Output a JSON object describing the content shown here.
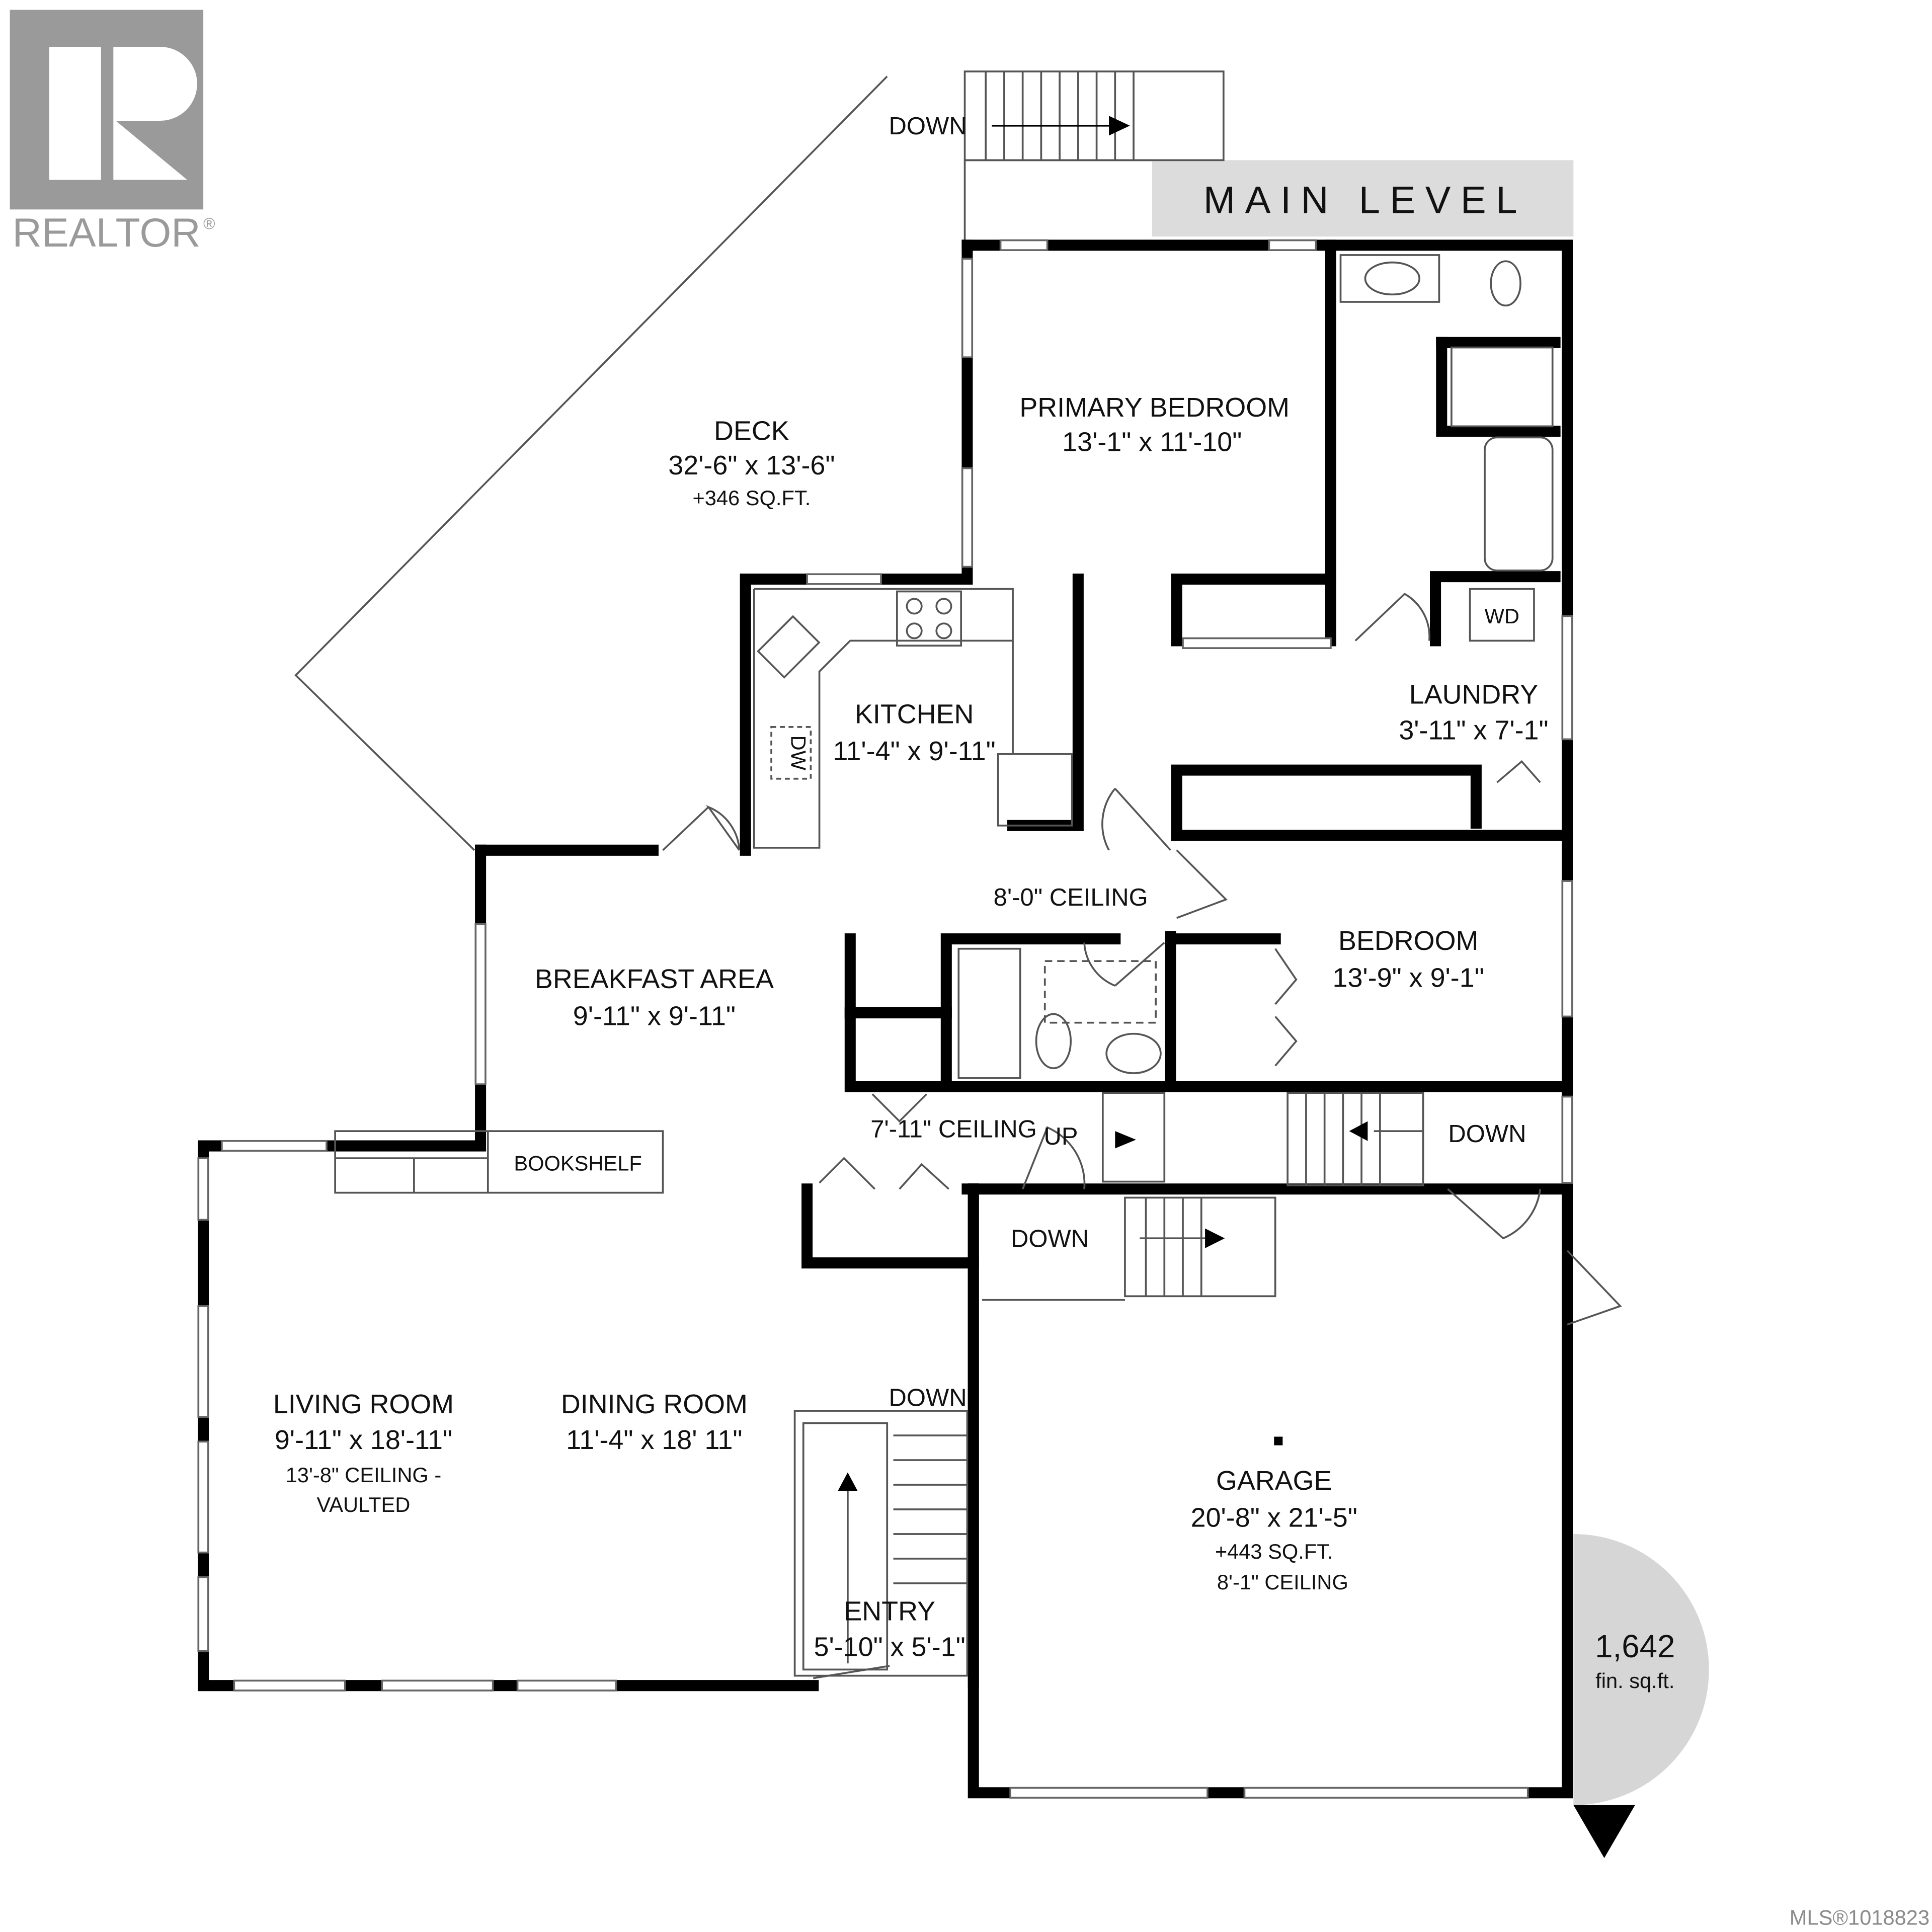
{
  "logo": {
    "text": "REALTOR",
    "mark": "®",
    "color": "#9a9a9a"
  },
  "level_banner": {
    "text": "MAIN LEVEL",
    "background": "#dcdcdc"
  },
  "rooms": {
    "deck": {
      "name": "DECK",
      "size": "32'-6\" x 13'-6\"",
      "area": "+346 SQ.FT."
    },
    "primary_bedroom": {
      "name": "PRIMARY BEDROOM",
      "size": "13'-1\" x 11'-10\""
    },
    "kitchen": {
      "name": "KITCHEN",
      "size": "11'-4\" x 9'-11\""
    },
    "laundry": {
      "name": "LAUNDRY",
      "size": "3'-11\" x 7'-1\""
    },
    "bedroom": {
      "name": "BEDROOM",
      "size": "13'-9\" x 9'-1\""
    },
    "breakfast": {
      "name": "BREAKFAST AREA",
      "size": "9'-11\" x 9'-11\""
    },
    "living": {
      "name": "LIVING ROOM",
      "size": "9'-11\" x 18'-11\"",
      "ceiling": "13'-8\" CEILING -",
      "ceiling2": "VAULTED"
    },
    "dining": {
      "name": "DINING ROOM",
      "size": "11'-4\" x 18' 11\""
    },
    "entry": {
      "name": "ENTRY",
      "size": "5'-10\" x 5'-1\""
    },
    "garage": {
      "name": "GARAGE",
      "size": "20'-8\" x 21'-5\"",
      "area": "+443 SQ.FT.",
      "ceiling": "8'-1\" CEILING"
    }
  },
  "annotations": {
    "ceiling_8": "8'-0\" CEILING",
    "ceiling_7": "7'-11\" CEILING",
    "bookshelf": "BOOKSHELF",
    "dw": "DW",
    "wd": "WD",
    "down_top": "DOWN",
    "down_hall": "DOWN",
    "down_garage": "DOWN",
    "down_entry": "DOWN",
    "up": "UP"
  },
  "area_badge": {
    "value": "1,642",
    "unit": "fin. sq.ft.",
    "color": "#d6d6d6"
  },
  "mls": "MLS®1018823"
}
